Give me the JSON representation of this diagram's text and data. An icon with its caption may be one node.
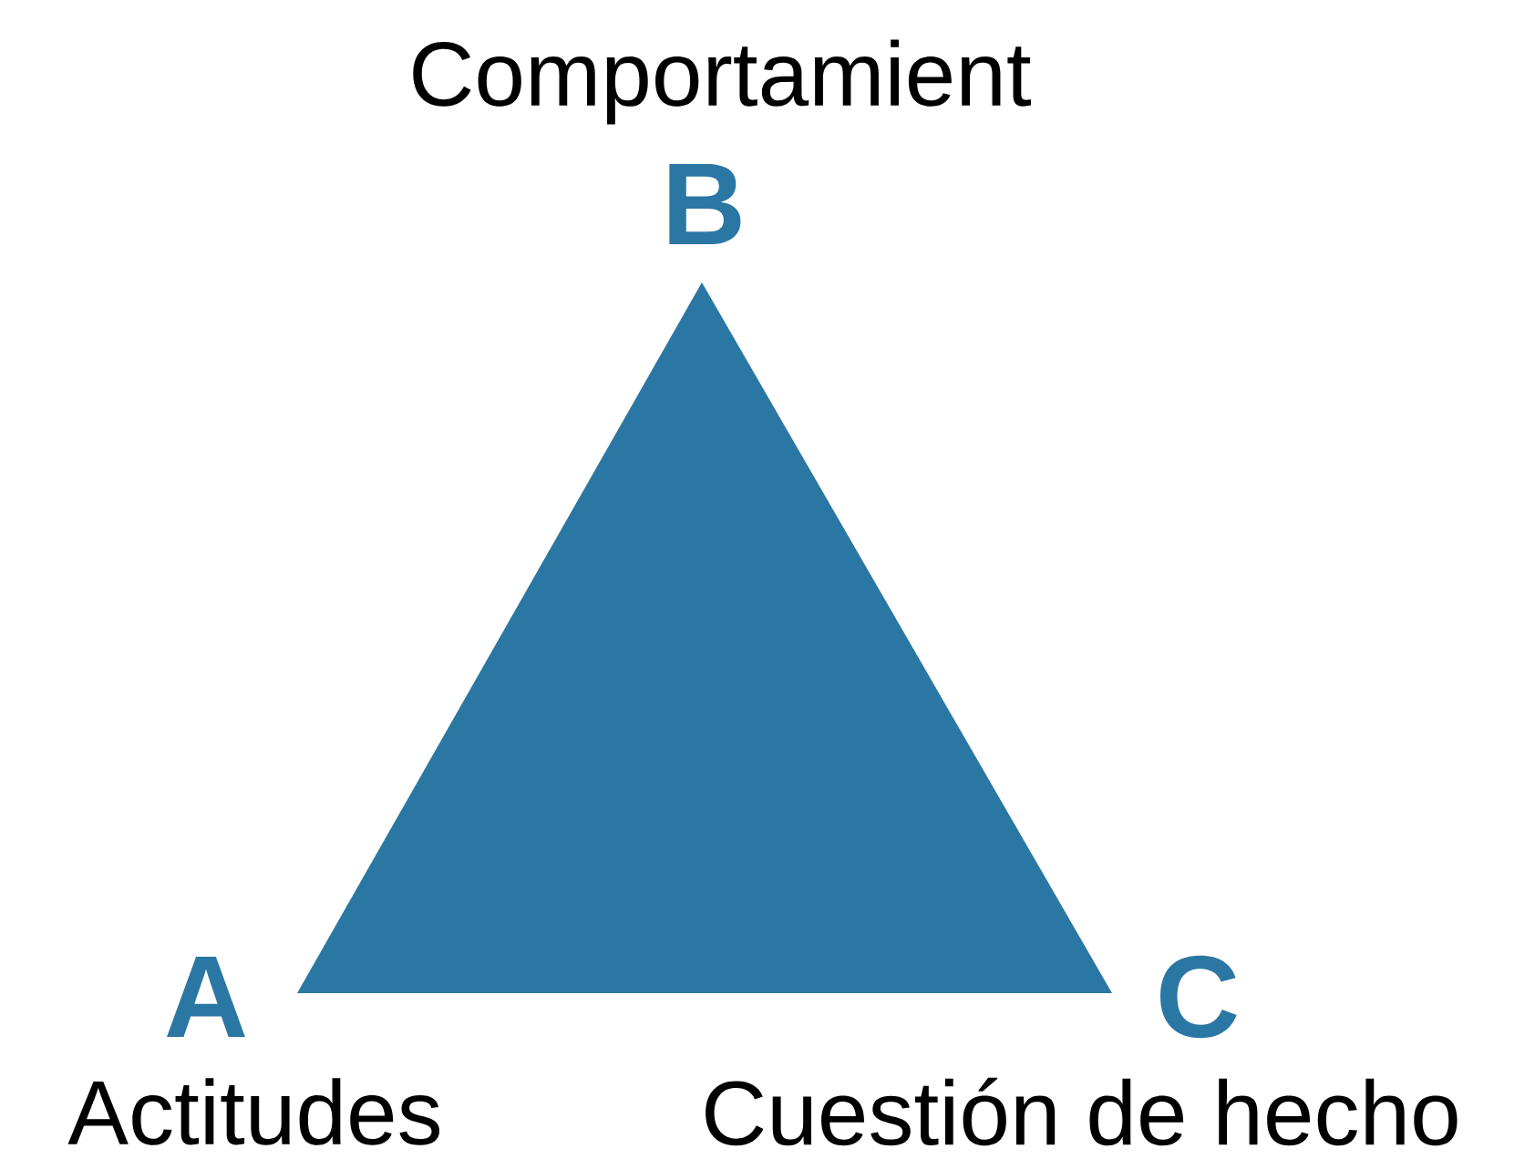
{
  "diagram": {
    "labels": [
      "Comportamient",
      "B",
      "A",
      "C",
      "Actitudes",
      "Cuestión de hecho"
    ]
  }
}
